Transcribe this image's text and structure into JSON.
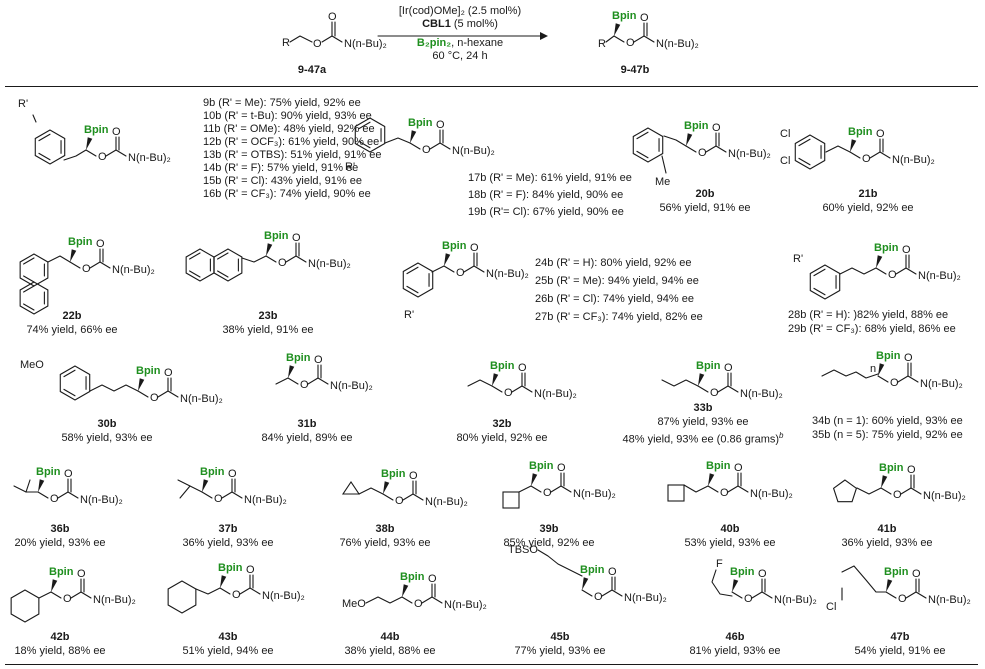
{
  "header": {
    "sm_id": "9-47a",
    "pr_id": "9-47b",
    "cond1": "[Ir(cod)OMe]₂ (2.5 mol%)",
    "cond2_bold": "CBL1",
    "cond2_rest": " (5 mol%)",
    "cond3_green": "B₂pin₂",
    "cond3_rest": ", n-hexane",
    "cond4": "60 °C, 24 h"
  },
  "atoms": {
    "bpin": "Bpin",
    "o": "O",
    "amide": "N(n-Bu)₂",
    "r": "R",
    "rp": "R'",
    "me": "Me",
    "cl": "Cl",
    "meo": "MeO",
    "tbso": "TBSO",
    "f": "F",
    "n": "n"
  },
  "lists": {
    "row1a": [
      "9b (R' = Me): 75% yield, 92% ee",
      "10b (R' = t-Bu): 90% yield, 93% ee",
      "11b (R' = OMe): 48% yield, 92% ee",
      "12b (R' = OCF₃): 61% yield, 90% ee",
      "13b (R' = OTBS): 51% yield, 91% ee",
      "14b (R' = F): 57% yield, 91% ee",
      "15b (R' = Cl): 43% yield, 91% ee",
      "16b (R' = CF₃): 74% yield, 90% ee"
    ],
    "row1b": [
      "17b (R' = Me): 61% yield, 91% ee",
      "18b (R' = F): 84% yield, 90% ee",
      "19b (R'= Cl): 67% yield, 90% ee"
    ],
    "row2a": [
      "24b (R' = H): 80% yield, 92% ee",
      "25b (R' = Me): 94% yield, 94% ee",
      "26b (R' = Cl): 74% yield, 94% ee",
      "27b (R' = CF₃): 74% yield, 82% ee"
    ],
    "row2b": [
      "28b (R' = H): )82% yield, 88% ee",
      "29b (R' = CF₃): 68% yield, 86% ee"
    ],
    "row3b": [
      "34b (n = 1): 60% yield, 93% ee",
      "35b (n = 5): 75% yield, 92% ee"
    ]
  },
  "compounds": {
    "c20": {
      "id": "20b",
      "res": "56% yield, 91% ee"
    },
    "c21": {
      "id": "21b",
      "res": "60% yield, 92% ee"
    },
    "c22": {
      "id": "22b",
      "res": "74% yield, 66% ee"
    },
    "c23": {
      "id": "23b",
      "res": "38% yield, 91% ee"
    },
    "c30": {
      "id": "30b",
      "res": "58% yield, 93% ee"
    },
    "c31": {
      "id": "31b",
      "res": "84% yield, 89% ee"
    },
    "c32": {
      "id": "32b",
      "res": "80% yield, 92% ee"
    },
    "c33": {
      "id": "33b",
      "res": "87% yield, 93% ee",
      "res2": "48% yield, 93% ee (0.86 grams)",
      "sup": "b"
    },
    "c36": {
      "id": "36b",
      "res": "20% yield, 93% ee"
    },
    "c37": {
      "id": "37b",
      "res": "36% yield, 93% ee"
    },
    "c38": {
      "id": "38b",
      "res": "76% yield, 93% ee"
    },
    "c39": {
      "id": "39b",
      "res": "85% yield, 92% ee"
    },
    "c40": {
      "id": "40b",
      "res": "53% yield, 93% ee"
    },
    "c41": {
      "id": "41b",
      "res": "36% yield, 93% ee"
    },
    "c42": {
      "id": "42b",
      "res": "18% yield, 88% ee"
    },
    "c43": {
      "id": "43b",
      "res": "51% yield, 94% ee"
    },
    "c44": {
      "id": "44b",
      "res": "38% yield, 88% ee"
    },
    "c45": {
      "id": "45b",
      "res": "77% yield, 93% ee"
    },
    "c46": {
      "id": "46b",
      "res": "81% yield, 93% ee"
    },
    "c47": {
      "id": "47b",
      "res": "54% yield, 91% ee"
    }
  },
  "colors": {
    "accent_green": "#1f8f1f",
    "ink": "#1a1a1a"
  }
}
